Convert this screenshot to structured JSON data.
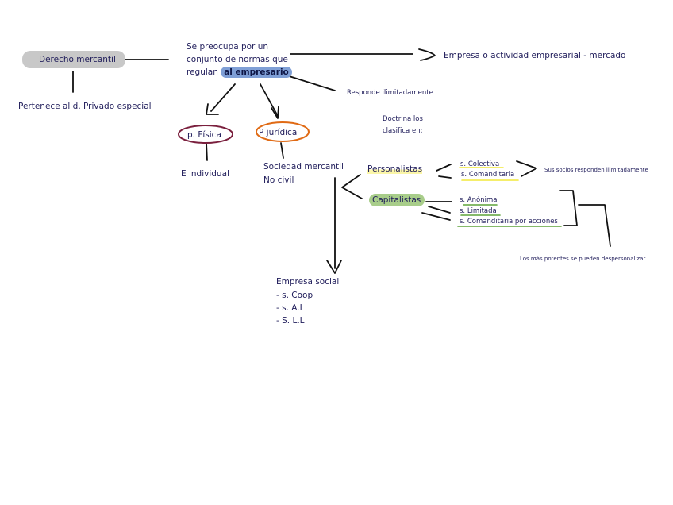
{
  "root": {
    "label": "Derecho mercantil",
    "note": "Pertenece al d. Privado especial"
  },
  "center": {
    "line1": "Se preocupa por un",
    "line2": "conjunto de normas que",
    "line3_prefix": "regulan",
    "line3_highlight": "al empresario"
  },
  "right_top": "Empresa o actividad empresarial - mercado",
  "responde": "Responde ilimitadamente",
  "doctrina": [
    "Doctrina los",
    "clasifica en:"
  ],
  "persona_fisica": {
    "label": "p. Física",
    "child": "E individual"
  },
  "persona_juridica": {
    "label": "P jurídica",
    "child1": "Sociedad mercantil",
    "child2": "No civil"
  },
  "personalistas": {
    "label": "Personalistas",
    "items": [
      "s. Colectiva",
      "s. Comanditaria"
    ],
    "note": "Sus socios responden ilimitadamente"
  },
  "capitalistas": {
    "label": "Capitalistas",
    "items": [
      "s. Anónima",
      "s. Limitada",
      "s. Comanditaria por acciones"
    ],
    "note": "Los más potentes se pueden despersonalizar"
  },
  "empresa_social": {
    "title": "Empresa social",
    "items": [
      "- s. Coop",
      "- s. A.L",
      "- S. L.L"
    ]
  },
  "colors": {
    "text": "#1f1c5a",
    "root_pill": "#c8c8c8",
    "empresario_pill": "#7f9fd6",
    "fisica_ellipse": "#7a1f3d",
    "juridica_ellipse": "#e06a14",
    "personalistas_highlight": "#fbf6a8",
    "capitalistas_pill": "#a8cd8a",
    "yellow_underline": "#f2e83a",
    "green_underline": "#5ea33a"
  }
}
